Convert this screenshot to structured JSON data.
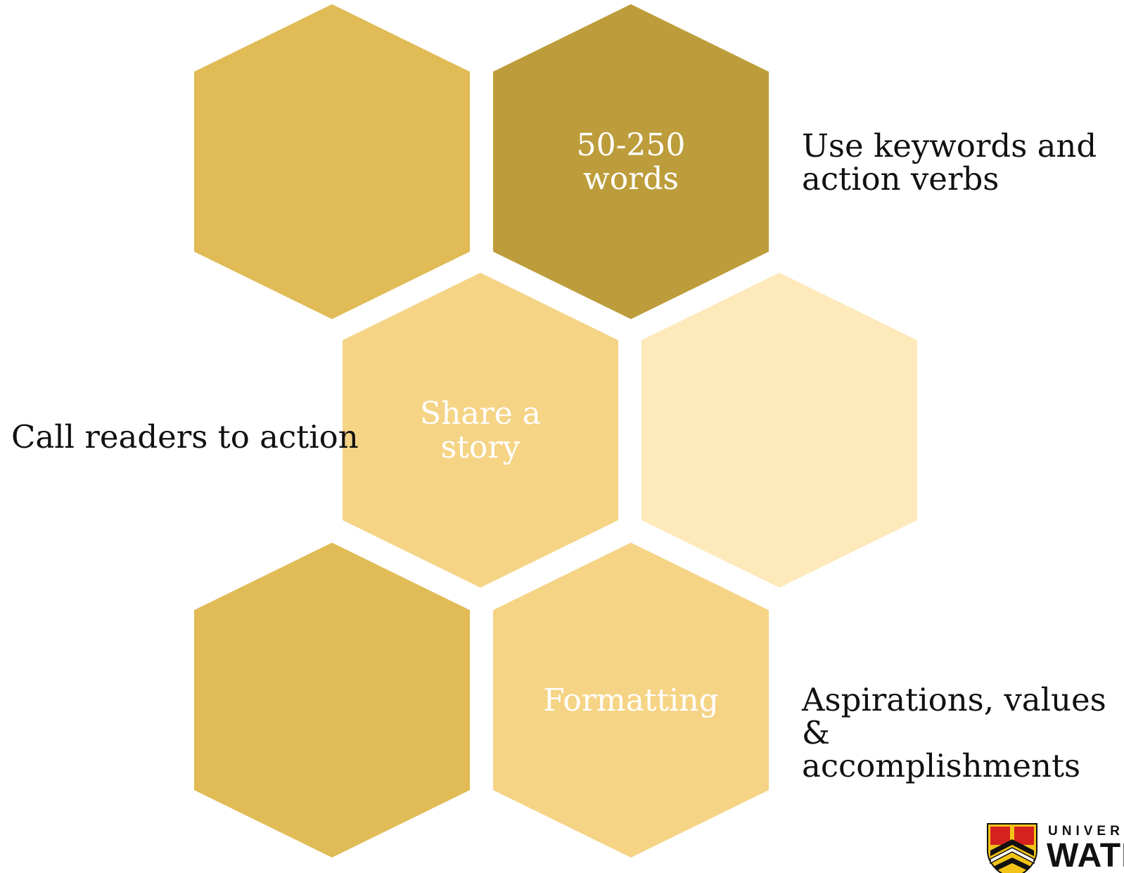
{
  "hexagons": [
    {
      "id": "top-left",
      "color": "#e0bb56",
      "lines": []
    },
    {
      "id": "top-right",
      "color": "#bd9d3b",
      "text_color": "#ffffff",
      "lines": [
        "50-250",
        "words"
      ]
    },
    {
      "id": "middle-left",
      "color": "#f5d486",
      "text_color": "#ffffff",
      "lines": [
        "Share a",
        "story"
      ]
    },
    {
      "id": "middle-right",
      "color": "#fee9bb",
      "lines": []
    },
    {
      "id": "bottom-left",
      "color": "#e0bb56",
      "lines": []
    },
    {
      "id": "bottom-right",
      "color": "#f5d486",
      "text_color": "#ffffff",
      "lines": [
        "Formatting"
      ]
    }
  ],
  "side_labels": {
    "right_top": "Use keywords and\naction verbs",
    "left_middle": "Call readers to action",
    "right_bottom": "Aspirations, values &\naccomplishments"
  },
  "logo": {
    "line1": "UNIVERSITY OF",
    "line2": "WATERLOO"
  }
}
